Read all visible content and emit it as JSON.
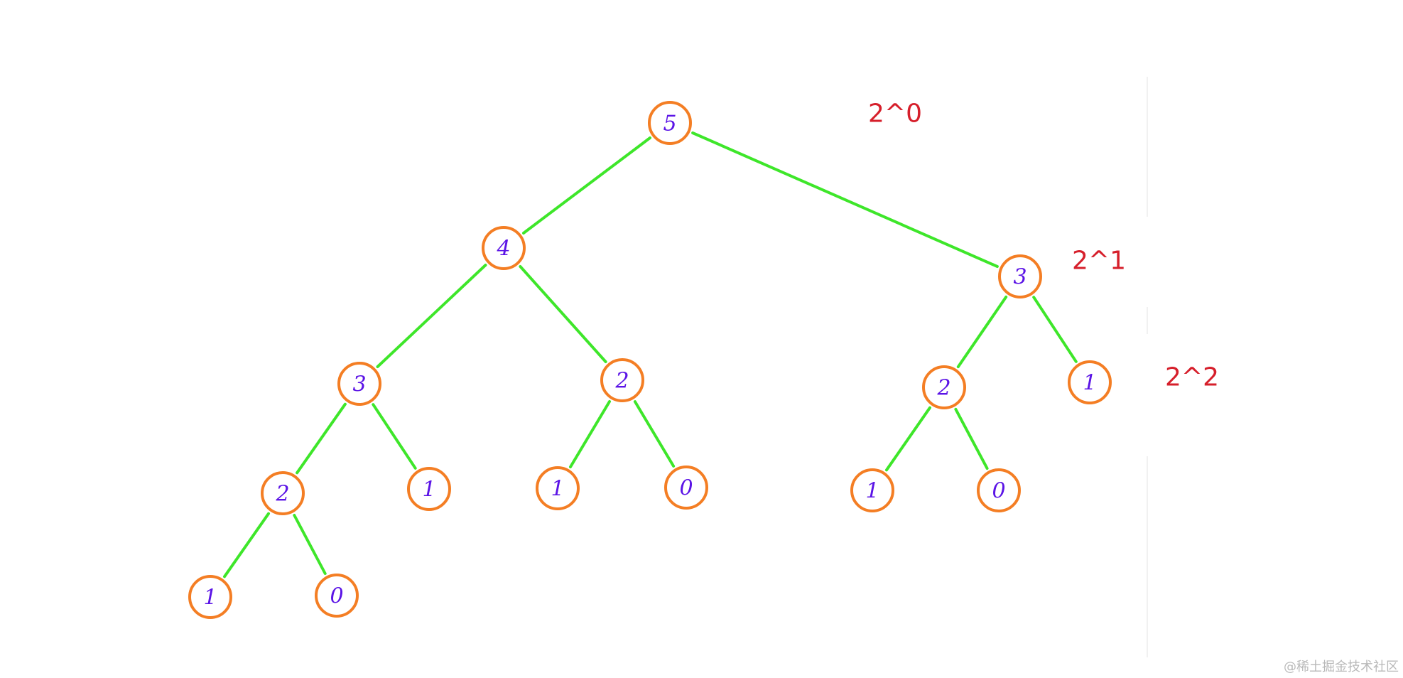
{
  "nodes": [
    {
      "id": "n5_root",
      "label": "5"
    },
    {
      "id": "n4",
      "label": "4"
    },
    {
      "id": "n3_right",
      "label": "3"
    },
    {
      "id": "n3_left",
      "label": "3"
    },
    {
      "id": "n2_mid",
      "label": "2"
    },
    {
      "id": "n2_right",
      "label": "2"
    },
    {
      "id": "n1_rr",
      "label": "1"
    },
    {
      "id": "n2_ll",
      "label": "2"
    },
    {
      "id": "n1_lr",
      "label": "1"
    },
    {
      "id": "n1_ml",
      "label": "1"
    },
    {
      "id": "n0_mr",
      "label": "0"
    },
    {
      "id": "n1_rl",
      "label": "1"
    },
    {
      "id": "n0_rr",
      "label": "0"
    },
    {
      "id": "n1_lll",
      "label": "1"
    },
    {
      "id": "n0_llr",
      "label": "0"
    }
  ],
  "edges": [
    [
      "n5_root",
      "n4"
    ],
    [
      "n5_root",
      "n3_right"
    ],
    [
      "n4",
      "n3_left"
    ],
    [
      "n4",
      "n2_mid"
    ],
    [
      "n3_right",
      "n2_right"
    ],
    [
      "n3_right",
      "n1_rr"
    ],
    [
      "n3_left",
      "n2_ll"
    ],
    [
      "n3_left",
      "n1_lr"
    ],
    [
      "n2_mid",
      "n1_ml"
    ],
    [
      "n2_mid",
      "n0_mr"
    ],
    [
      "n2_right",
      "n1_rl"
    ],
    [
      "n2_right",
      "n0_rr"
    ],
    [
      "n2_ll",
      "n1_lll"
    ],
    [
      "n2_ll",
      "n0_llr"
    ]
  ],
  "level_labels": [
    "2^0",
    "2^1",
    "2^2"
  ],
  "watermark": "@稀土掘金技术社区",
  "colors": {
    "edge": "#3ee62a",
    "node_border": "#f47e24",
    "node_text": "#5b14e6",
    "level_label": "#d61f2b"
  }
}
